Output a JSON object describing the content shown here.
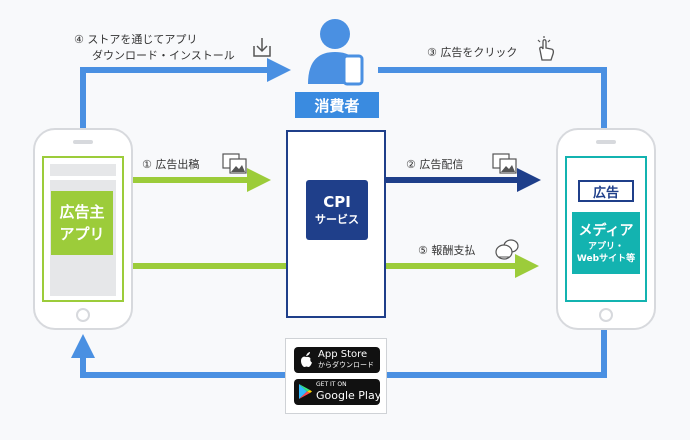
{
  "colors": {
    "blue": "#4a90e2",
    "green": "#9ccc3a",
    "navy": "#1f3f8a",
    "teal": "#13b3b0",
    "consumer_blue": "#3a8be0"
  },
  "consumer": {
    "label": "消費者",
    "icon": "person-with-phone-icon"
  },
  "advertiser": {
    "label_line1": "広告主",
    "label_line2": "アプリ"
  },
  "cpi_service": {
    "line1": "CPI",
    "line2": "サービス"
  },
  "media": {
    "ad_label": "広告",
    "title": "メディア",
    "sub_line1": "アプリ・",
    "sub_line2": "Webサイト等"
  },
  "steps": {
    "step1": "① 広告出稿",
    "step2": "② 広告配信",
    "step3": "③ 広告をクリック",
    "step4_line1": "④ ストアを通じてアプリ",
    "step4_line2": "ダウンロード・インストール",
    "step5": "⑤ 報酬支払"
  },
  "stores": {
    "app_store_title": "App Store",
    "app_store_sub": "からダウンロード",
    "google_play_sub": "GET IT ON",
    "google_play_title": "Google Play"
  }
}
